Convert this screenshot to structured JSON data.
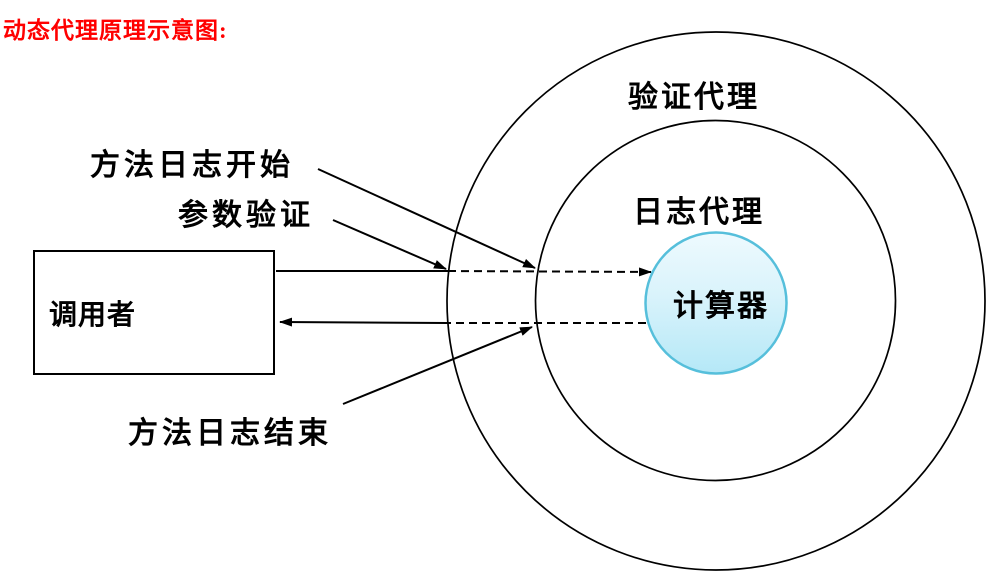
{
  "title": {
    "text": "动态代理原理示意图:",
    "color": "#ff0000"
  },
  "caller_box": {
    "label": "调用者"
  },
  "flow_labels": {
    "method_log_start": "方法日志开始",
    "param_validation": "参数验证",
    "method_log_end": "方法日志结束"
  },
  "proxy_rings": {
    "outer_label": "验证代理",
    "inner_label": "日志代理"
  },
  "core": {
    "label": "计算器",
    "border_color": "#56bfdb",
    "fill_top": "#eefafe",
    "fill_bottom": "#b5e8f7"
  },
  "style": {
    "line_color": "#000000",
    "ring_stroke_color": "#000000"
  }
}
